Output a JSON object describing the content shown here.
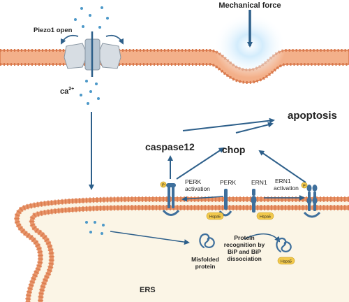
{
  "labels": {
    "piezo1": "Piezo1 open",
    "mechanical_force": "Mechanical force",
    "calcium_base": "ca",
    "calcium_sup": "2+",
    "apoptosis": "apoptosis",
    "caspase12": "caspase12",
    "chop": "chop",
    "perk_activation_1": "PERK",
    "perk_activation_2": "activation",
    "perk": "PERK",
    "ern1": "ERN1",
    "ern1_activation_1": "ERN1",
    "ern1_activation_2": "activation",
    "hspa5": "Hspa5",
    "phospho": "P",
    "misfolded_1": "Misfolded",
    "misfolded_2": "protein",
    "recognition_1": "Protein",
    "recognition_2": "recognition by",
    "recognition_3": "BiP and BiP",
    "recognition_4": "dissociation",
    "ers": "ERS"
  },
  "colors": {
    "membrane": "#e8956a",
    "membrane_head": "#d9784a",
    "er_lumen": "#fbf5e6",
    "arrow": "#2d5f8a",
    "receptor": "#3e6f9c",
    "chaperone": "#f2c94c",
    "glow": "#bfe3fb",
    "dot": "#4c98c8"
  }
}
